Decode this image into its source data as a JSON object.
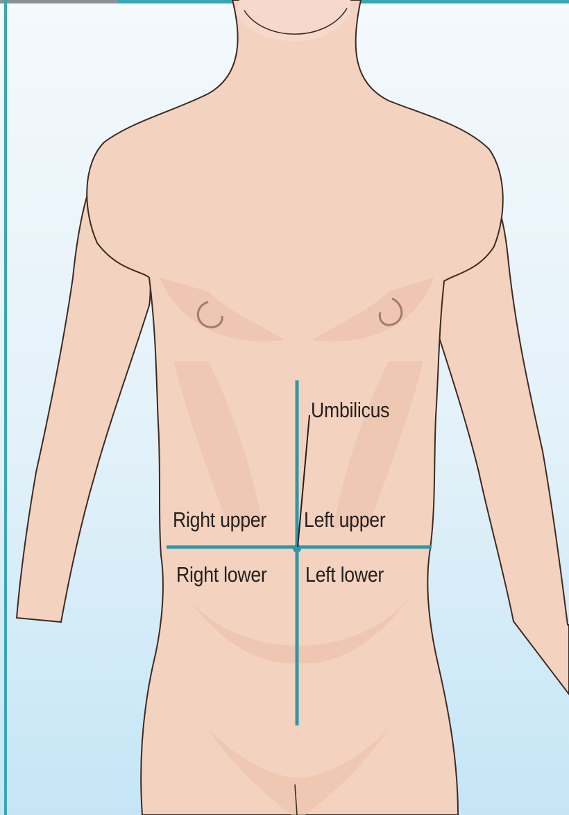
{
  "diagram": {
    "labels": {
      "umbilicus": "Umbilicus",
      "right_upper": "Right upper",
      "left_upper": "Left upper",
      "right_lower": "Right lower",
      "left_lower": "Left lower"
    },
    "colors": {
      "background_top": "#f4f9fc",
      "background_bottom": "#c5e5f6",
      "frame": "#3aa6b5",
      "skin": "#f4d2c0",
      "skin_shadow": "#e8b9a3",
      "outline": "#3b2a22",
      "quadrant_lines": "#2f97a6",
      "label_text": "#231f1d"
    }
  }
}
